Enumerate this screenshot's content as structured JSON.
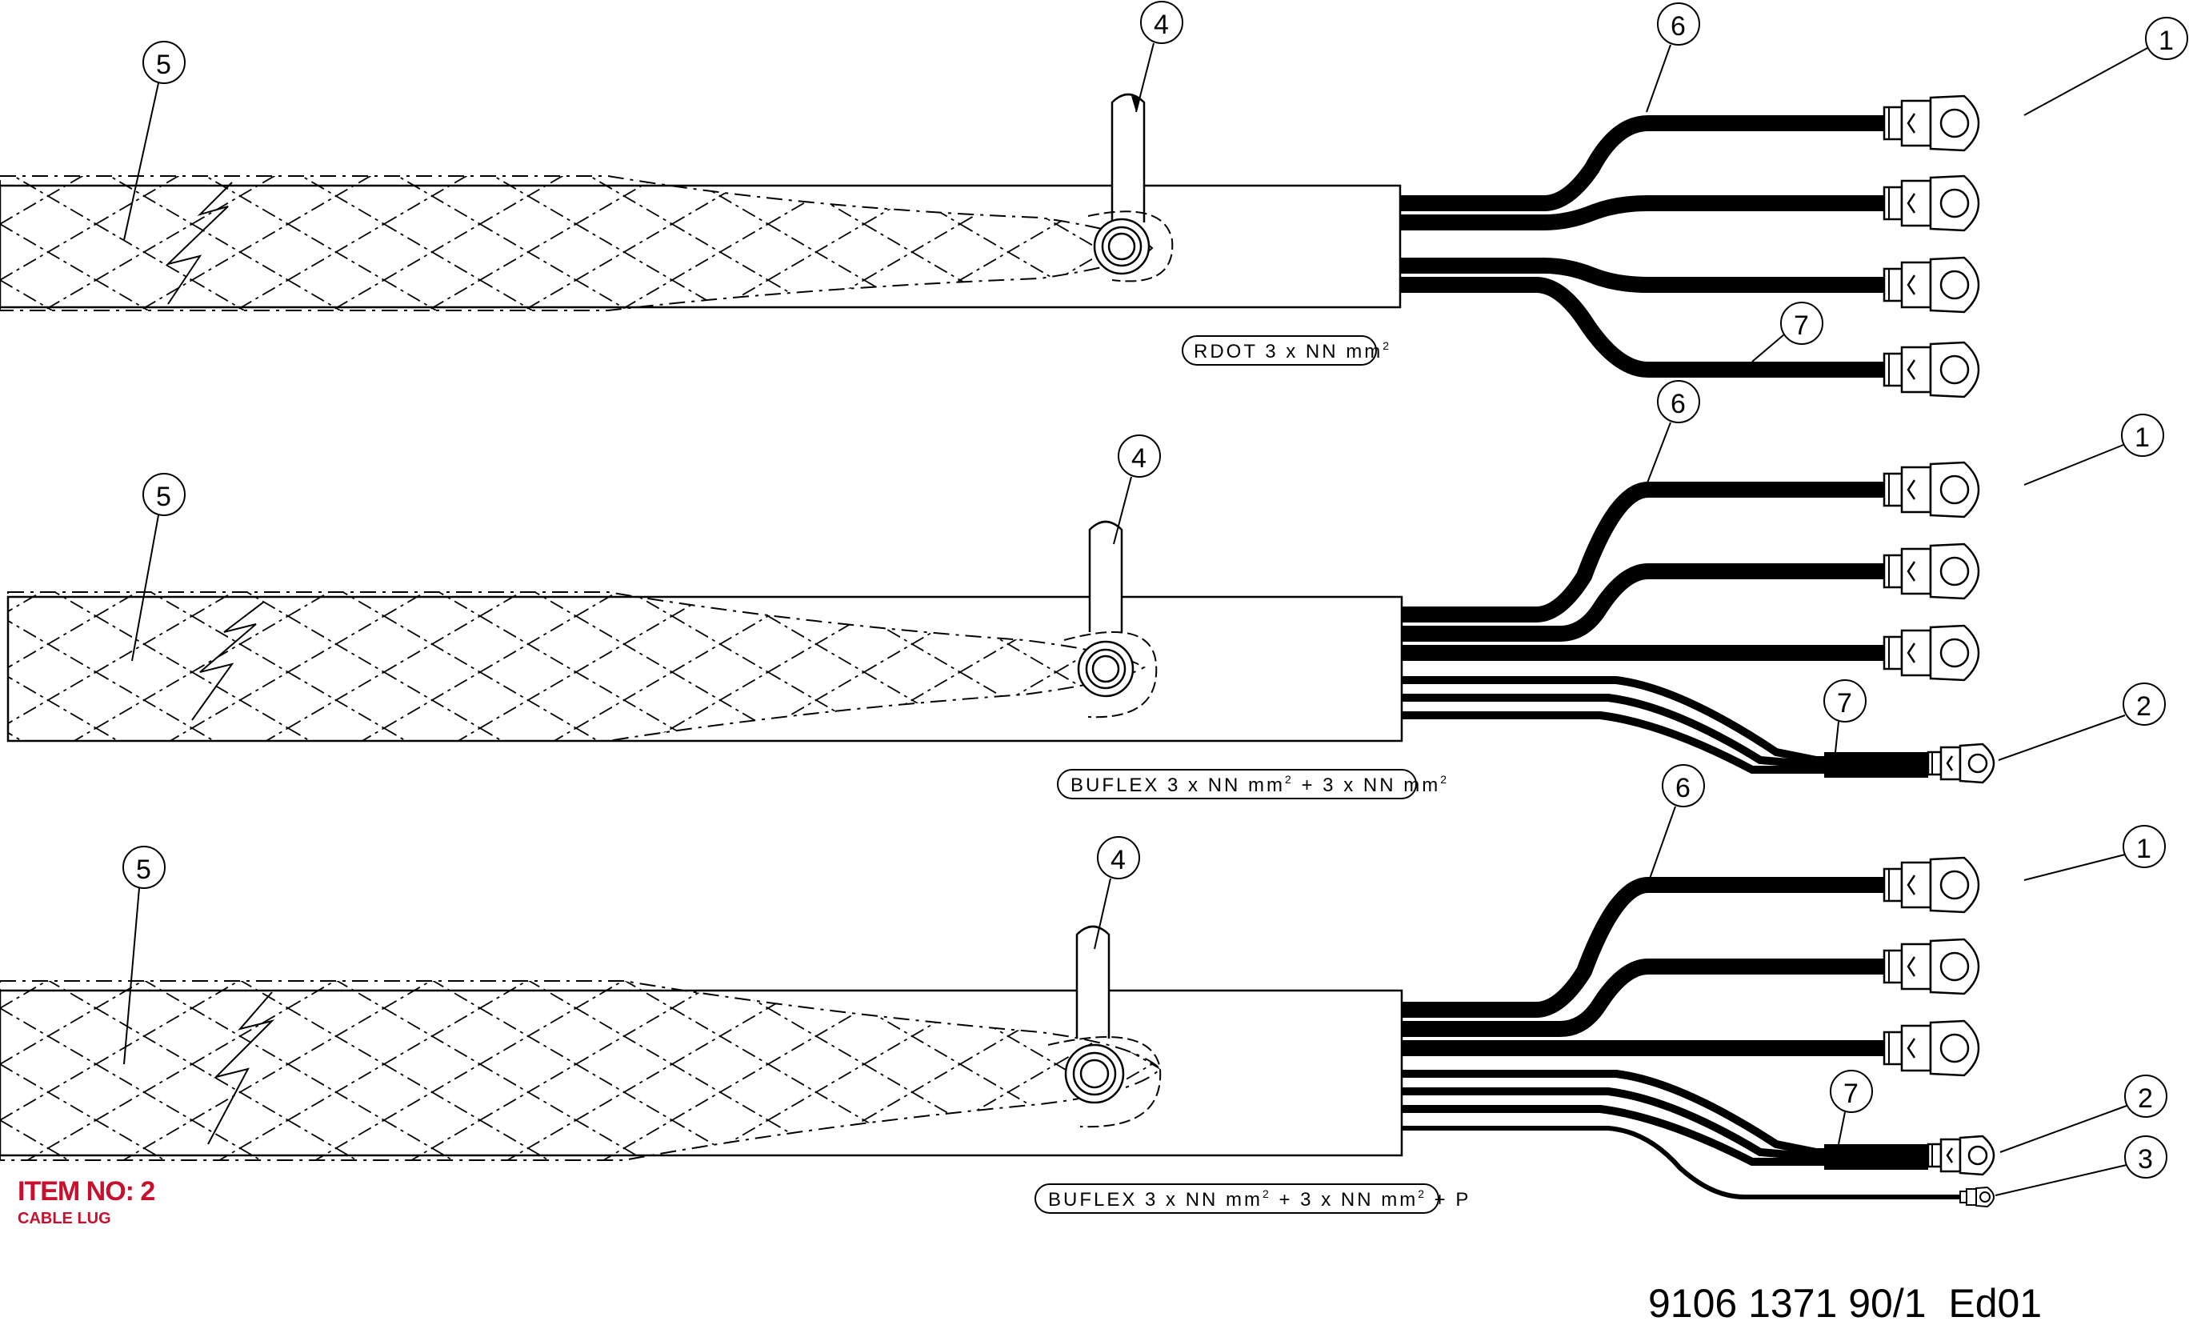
{
  "assemblies": [
    {
      "cable_label": "RDOT 3 x NN mm",
      "cable_label_sup": "2",
      "cable_label_tail": "",
      "callouts": [
        "1",
        "4",
        "5",
        "6",
        "7"
      ]
    },
    {
      "cable_label": "BUFLEX 3 x NN mm",
      "cable_label_sup": "2",
      "cable_label_tail": " + 3 x NN mm",
      "cable_label_sup2": "2",
      "cable_label_tail2": "",
      "callouts": [
        "1",
        "2",
        "4",
        "5",
        "6",
        "7"
      ]
    },
    {
      "cable_label": "BUFLEX 3 x NN mm",
      "cable_label_sup": "2",
      "cable_label_tail": " + 3 x NN mm",
      "cable_label_sup2": "2",
      "cable_label_tail2": " + P",
      "callouts": [
        "1",
        "2",
        "3",
        "4",
        "5",
        "6",
        "7"
      ]
    }
  ],
  "item": {
    "title": "ITEM NO: 2",
    "subtitle": "CABLE LUG",
    "color": "#c8102e"
  },
  "part_number": "9106 1371 90/1  Ed01"
}
